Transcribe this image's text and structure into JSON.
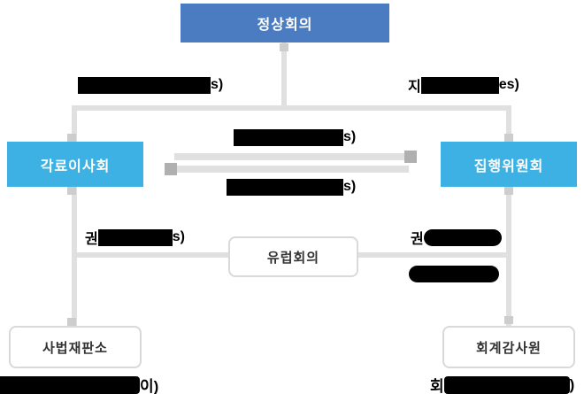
{
  "diagram": {
    "description": "Organization chart of institutions (Korean) with partially redacted connector labels",
    "boxes": {
      "summit": "정상회의",
      "council": "각료이사회",
      "commission": "집행위원회",
      "parliament": "유럽회의",
      "court_of_justice": "사법재판소",
      "court_of_auditors": "회계감사원"
    },
    "redacted_labels": {
      "top_left": {
        "prefix": "",
        "suffix": "s)"
      },
      "top_right": {
        "prefix": "지",
        "suffix": "es)"
      },
      "center_upper": {
        "prefix": "",
        "suffix": "s)"
      },
      "center_lower": {
        "prefix": "",
        "suffix": "s)"
      },
      "left_mid": {
        "prefix": "권",
        "suffix": "s)"
      },
      "right_mid_line1": {
        "prefix": "권",
        "suffix": ""
      },
      "right_mid_line2": {
        "prefix": "",
        "suffix": ""
      },
      "bottom_left": {
        "prefix": "",
        "suffix": "이)"
      },
      "bottom_right": {
        "prefix": "회",
        "suffix": ")"
      }
    },
    "colors": {
      "summit_box": "#4b7cc1",
      "side_box": "#3db1e3",
      "connector_line": "#e0e0e0",
      "connection_stub": "#cdcdcd",
      "arrow_head": "#b0b0b0",
      "redaction_bar": "#000000",
      "white_box_border": "#d9d9d9",
      "white_box_text": "#333333"
    }
  }
}
